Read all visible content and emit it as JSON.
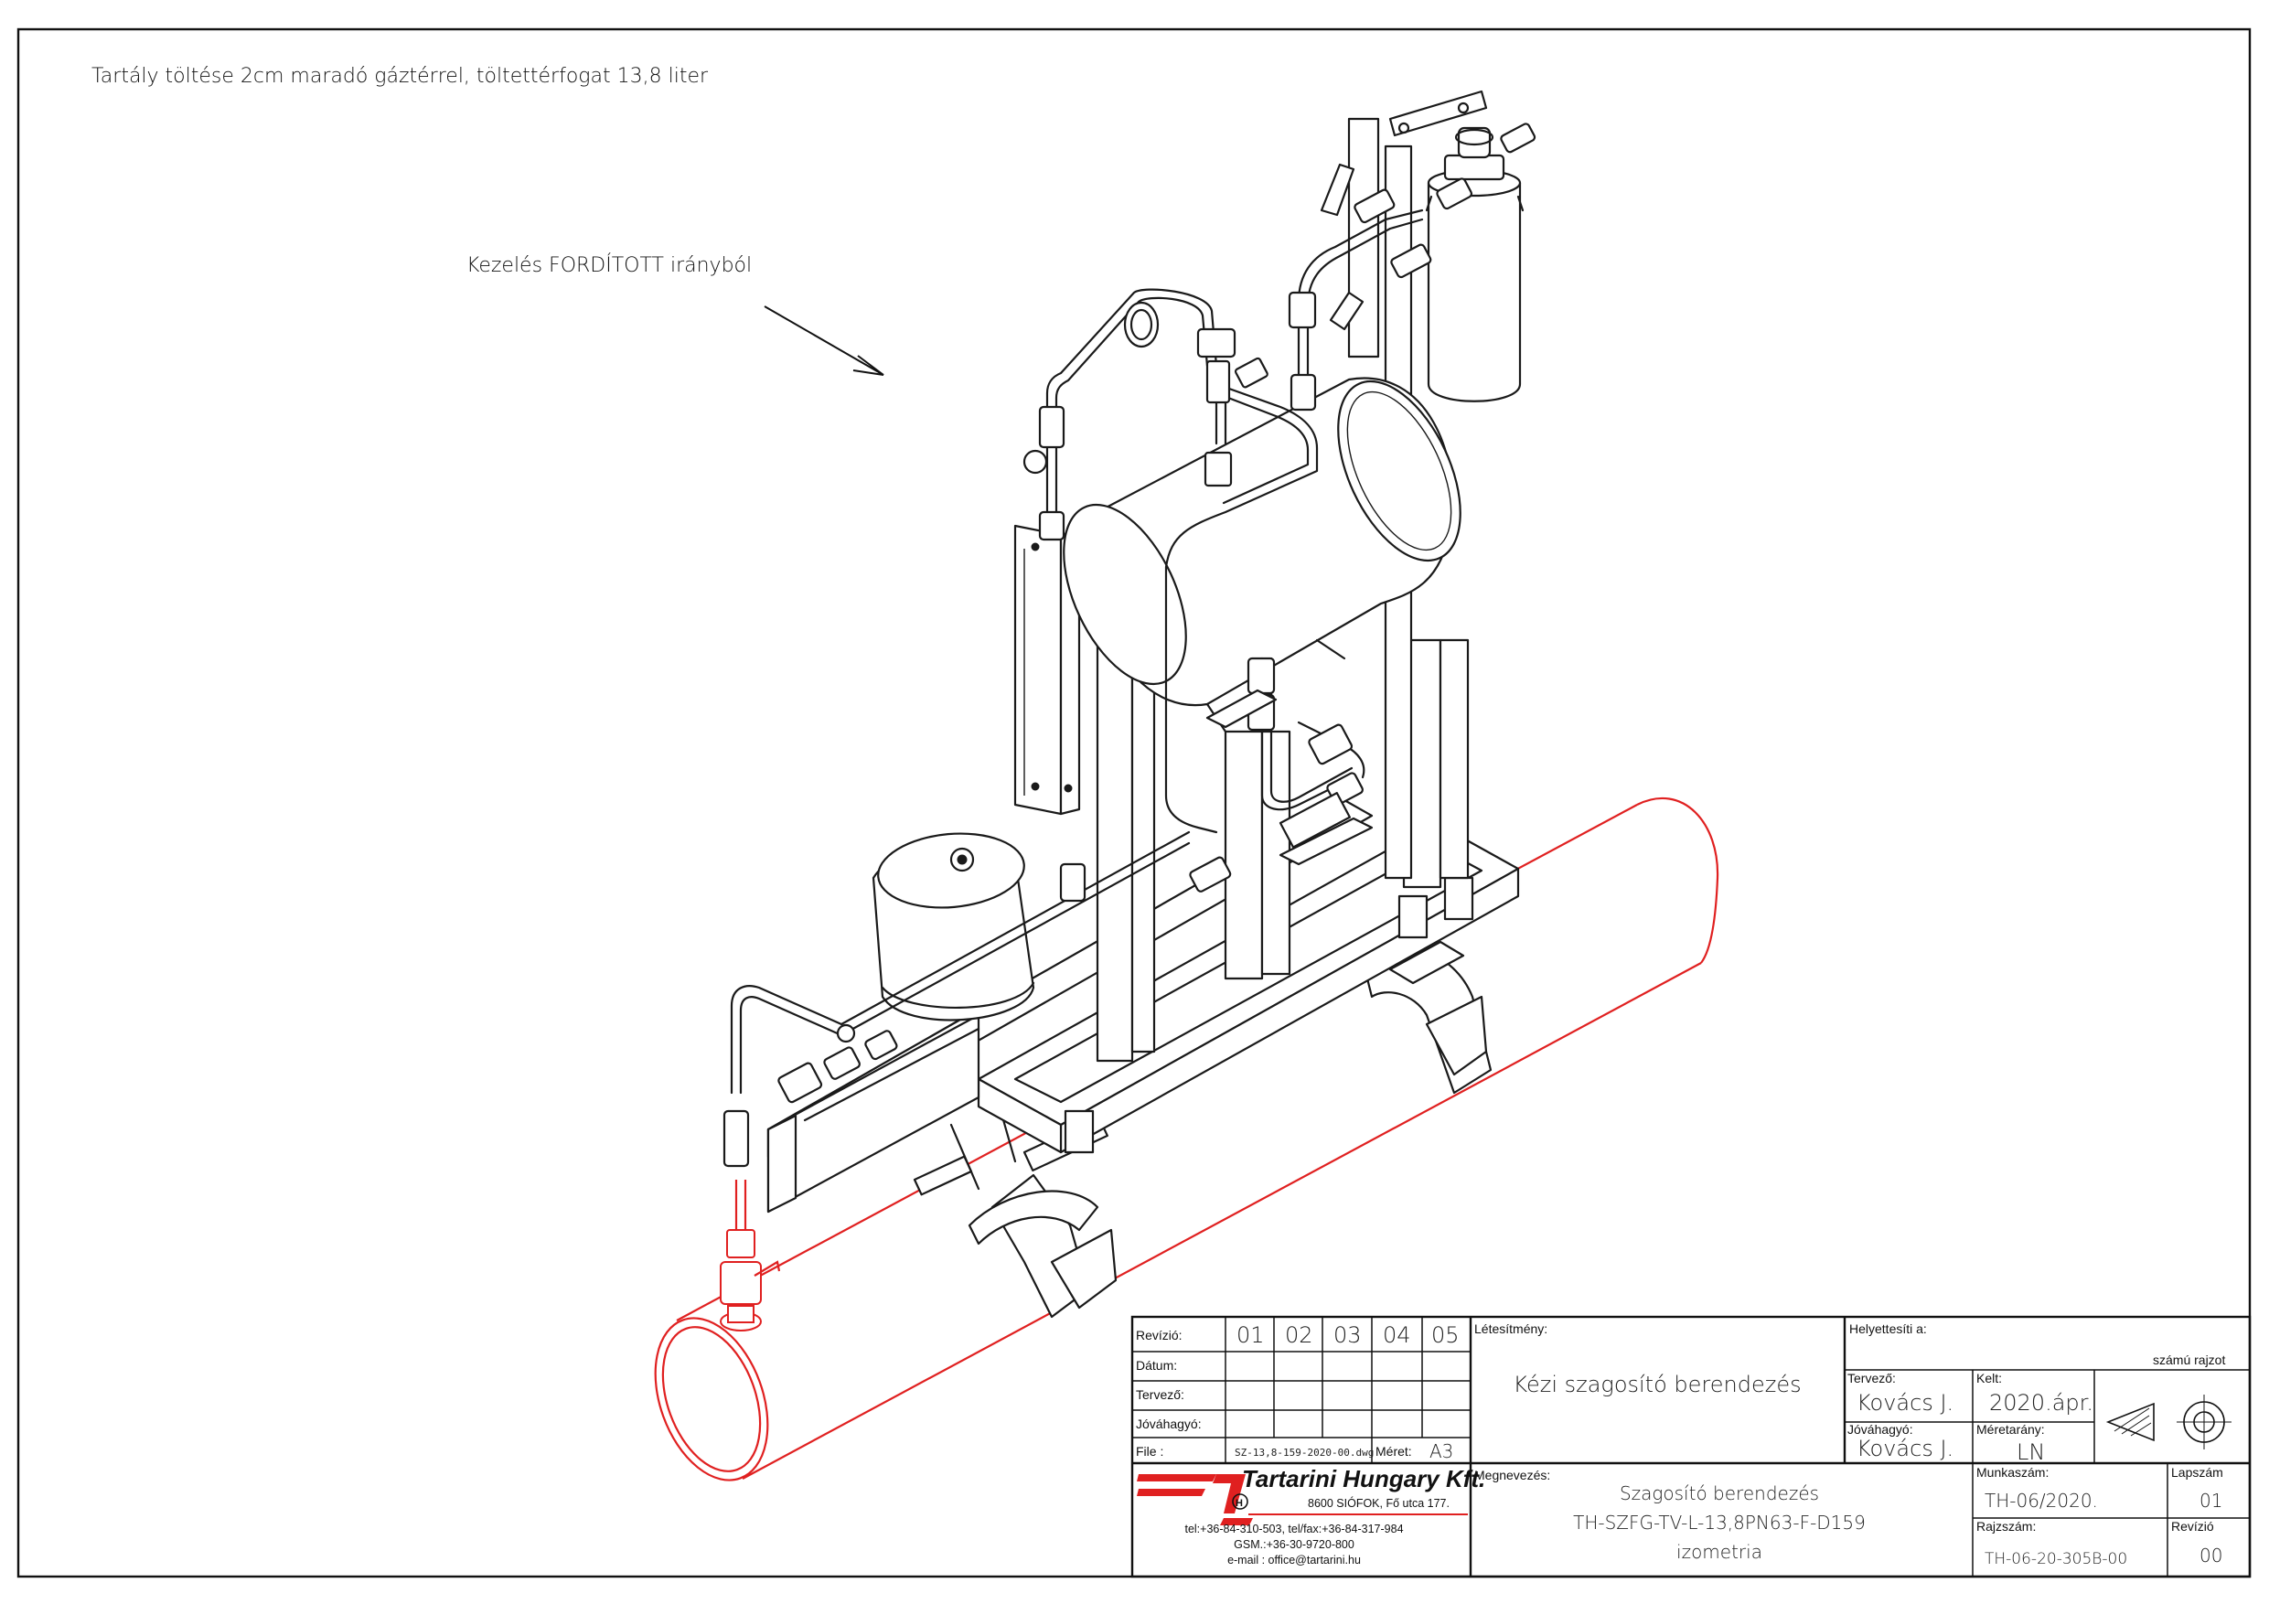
{
  "notes": {
    "filling": "Tartály töltése 2cm maradó gáztérrel, töltettérfogat 13,8 liter",
    "direction": "Kezelés FORDÍTOTT irányból"
  },
  "title_block": {
    "rev_label": "Revízió:",
    "rev_cols": [
      "01",
      "02",
      "03",
      "04",
      "05"
    ],
    "date_label": "Dátum:",
    "designer_label": "Tervező:",
    "approver_label": "Jóváhagyó:",
    "file_label": "File :",
    "file_name": "SZ-13,8-159-2020-00.dwg",
    "size_label": "Méret:",
    "size_value": "A3",
    "facility_label": "Létesítmény:",
    "facility_value": "Kézi szagosító berendezés",
    "replaces_label": "Helyettesíti a:",
    "drawing_suffix": "számú rajzot",
    "designed_by_label": "Tervező:",
    "designed_by": "Kovács J.",
    "date2_label": "Kelt:",
    "date2_value": "2020.ápr.",
    "approved_by_label": "Jóváhagyó:",
    "approved_by": "Kovács J.",
    "scale_label": "Méretarány:",
    "scale_value": "LN",
    "name_label": "Megnevezés:",
    "name_line1": "Szagosító berendezés",
    "name_line2": "TH-SZFG-TV-L-13,8PN63-F-D159",
    "name_line3": "izometria",
    "job_label": "Munkaszám:",
    "job_value": "TH-06/2020.",
    "sheet_label": "Lapszám",
    "sheet_value": "01",
    "drawing_label": "Rajzszám:",
    "drawing_value": "TH-06-20-305B-00",
    "revision_label": "Revízió",
    "revision_value": "00"
  },
  "company": {
    "name": "Tartarini Hungary Kft.",
    "address": "8600 SIÓFOK, Fő utca 177.",
    "phone": "tel:+36-84-310-503, tel/fax:+36-84-317-984",
    "gsm": "GSM.:+36-30-9720-800",
    "email": "e-mail : office@tartarini.hu"
  }
}
